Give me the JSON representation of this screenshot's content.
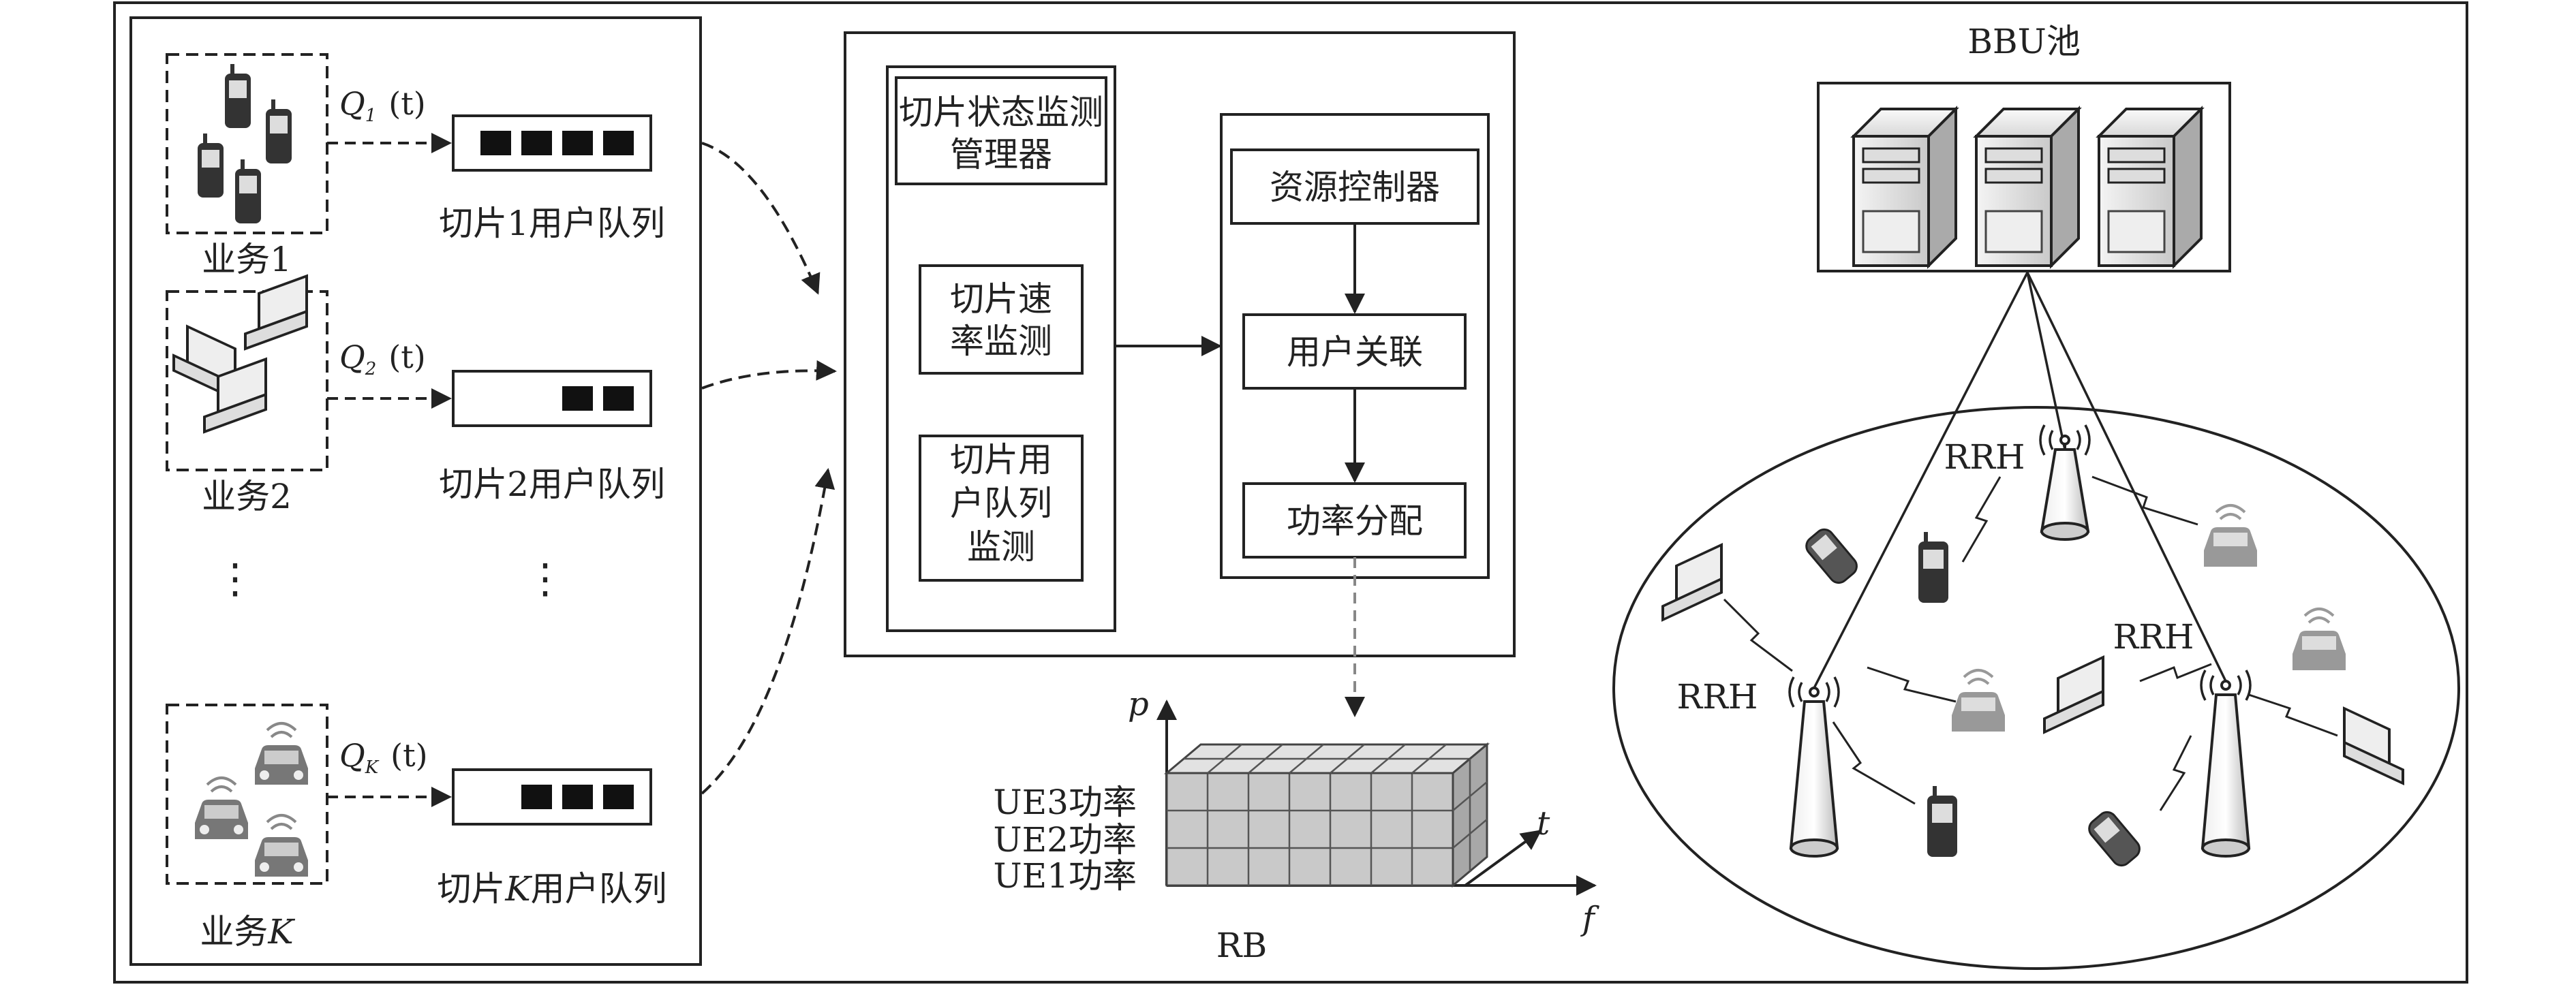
{
  "left": {
    "services": [
      {
        "label": "业务1",
        "queue_symbol": "Q",
        "queue_sub": "1",
        "queue_t": "(t)",
        "queue_label": "切片1用户队列",
        "blocks": 4
      },
      {
        "label": "业务2",
        "queue_symbol": "Q",
        "queue_sub": "2",
        "queue_t": "(t)",
        "queue_label": "切片2用户队列",
        "blocks": 2
      },
      {
        "label": "业务K",
        "queue_symbol": "Q",
        "queue_sub": "K",
        "queue_t": "(t)",
        "queue_label": "切片K用户队列",
        "blocks": 3
      }
    ],
    "ellipsis": "⋮"
  },
  "middle": {
    "monitor_title": "切片状态监测管理器",
    "rate_monitor": "切片速率监测",
    "queue_monitor": "切片用户队列监测",
    "resource_controller": "资源控制器",
    "user_association": "用户关联",
    "power_allocation": "功率分配"
  },
  "rb": {
    "p_axis": "p",
    "t_axis": "t",
    "f_axis": "f",
    "rows": [
      "UE3功率",
      "UE2功率",
      "UE1功率"
    ],
    "caption": "RB"
  },
  "right": {
    "bbu_title": "BBU池",
    "rrh_label": "RRH"
  }
}
